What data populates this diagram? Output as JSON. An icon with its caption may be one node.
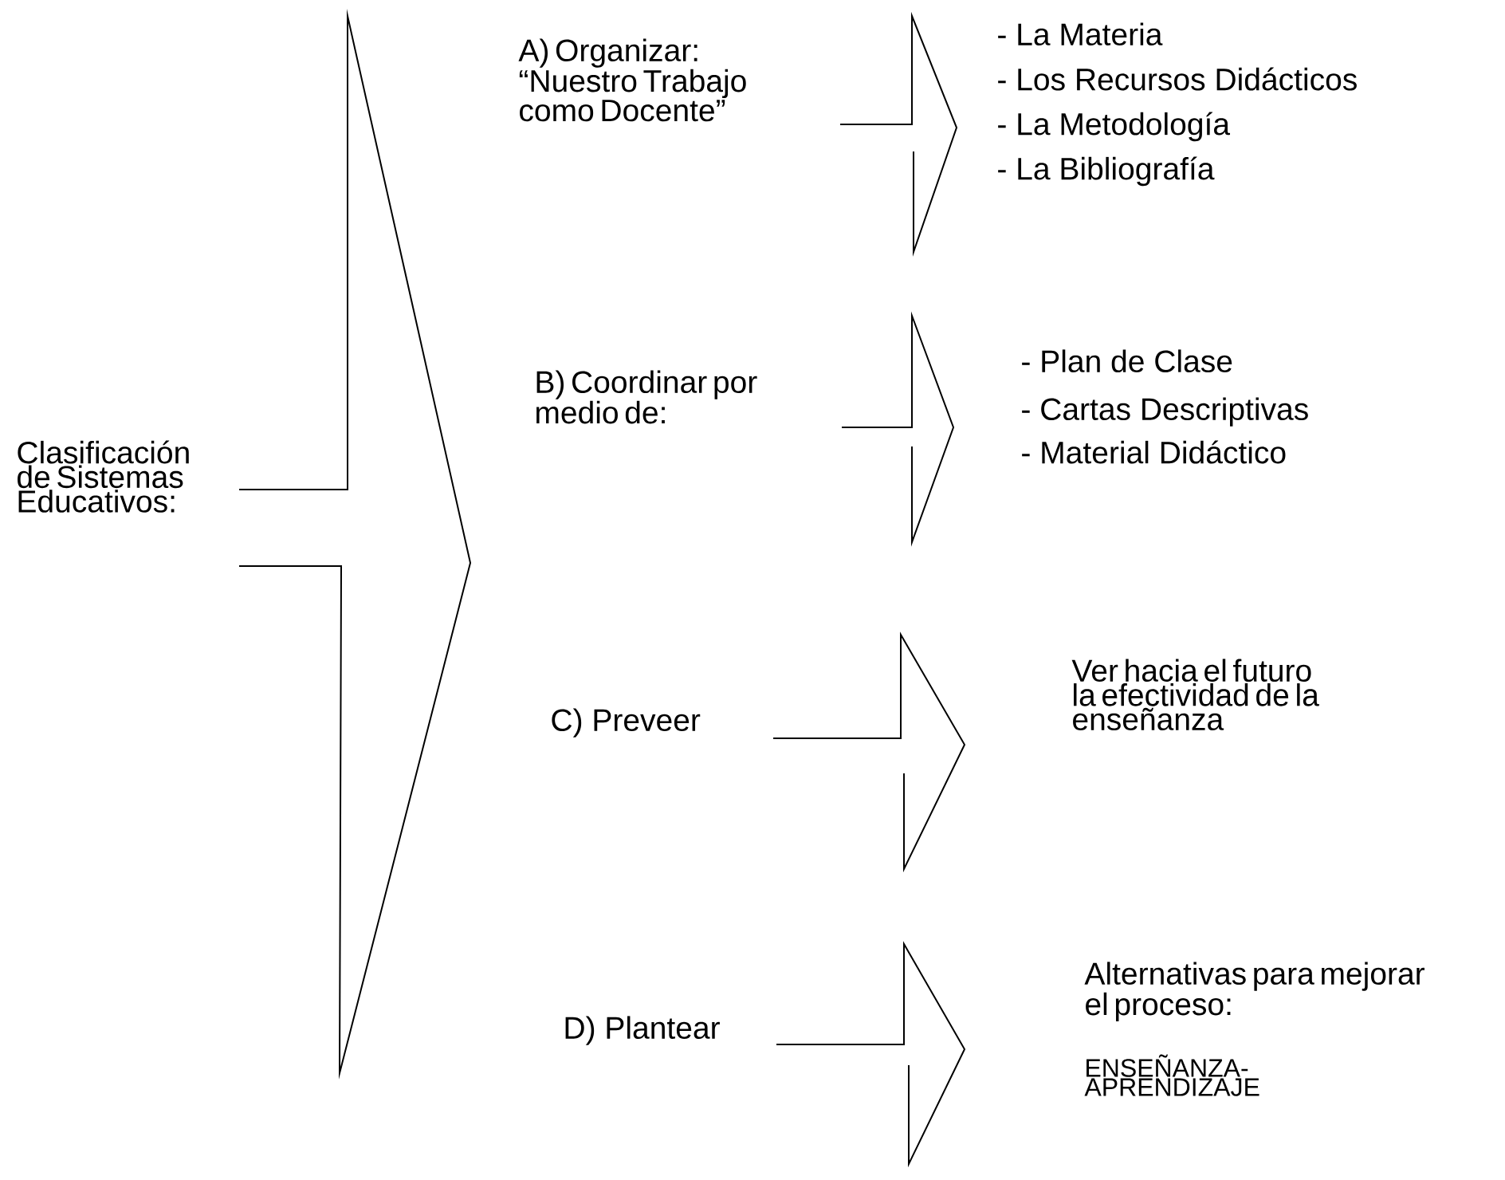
{
  "diagram": {
    "labels": [
      "Clasificación de Sistemas Educativos:",
      "A) Organizar: “Nuestro Trabajo como Docente”",
      "- La Materia",
      "- Los Recursos Didácticos",
      "- La Metodología",
      "- La Bibliografía",
      "B) Coordinar por medio de:",
      "- Plan de Clase",
      "- Cartas Descriptivas",
      "- Material Didáctico",
      "C) Preveer",
      "Ver hacia el futuro la efectividad de la enseñanza",
      "D) Plantear",
      "Alternativas para mejorar el proceso:",
      "ENSEÑANZA-APRENDIZAJE"
    ]
  }
}
